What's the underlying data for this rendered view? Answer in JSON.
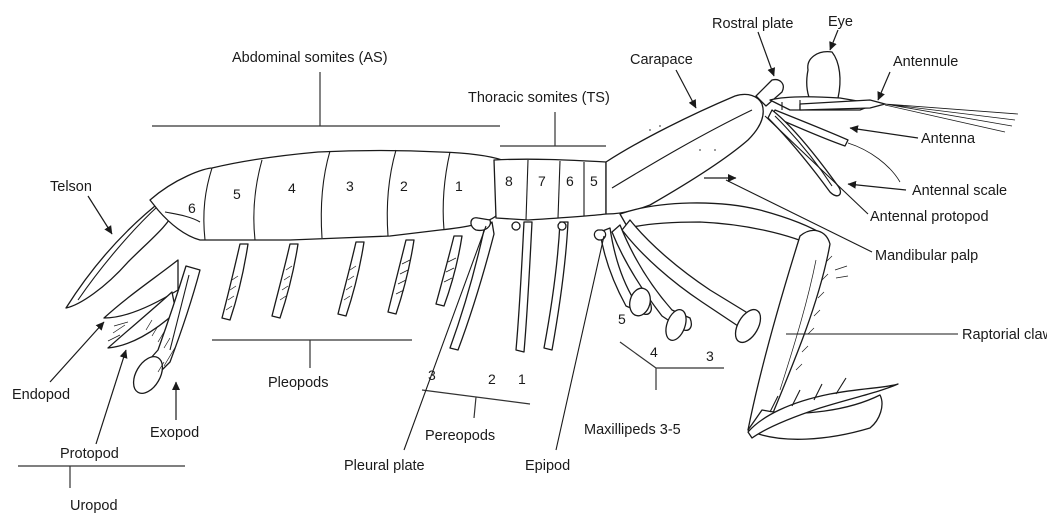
{
  "labels": {
    "rostral_plate": "Rostral plate",
    "eye": "Eye",
    "carapace": "Carapace",
    "antennule": "Antennule",
    "abdominal_somites": "Abdominal somites (AS)",
    "thoracic_somites": "Thoracic somites (TS)",
    "antenna": "Antenna",
    "telson": "Telson",
    "antennal_scale": "Antennal scale",
    "antennal_protopod": "Antennal protopod",
    "mandibular_palp": "Mandibular palp",
    "raptorial_claw": "Raptorial claw",
    "endopod": "Endopod",
    "pleopods": "Pleopods",
    "exopod": "Exopod",
    "protopod": "Protopod",
    "uropod": "Uropod",
    "pleural_plate": "Pleural plate",
    "pereopods": "Pereopods",
    "epipod": "Epipod",
    "maxillipeds": "Maxillipeds 3-5"
  },
  "abdominal_numbers": [
    "6",
    "5",
    "4",
    "3",
    "2",
    "1"
  ],
  "thoracic_numbers": [
    "8",
    "7",
    "6",
    "5"
  ],
  "pereopod_numbers": [
    "3",
    "2",
    "1"
  ],
  "maxilliped_numbers": [
    "5",
    "4",
    "3"
  ]
}
